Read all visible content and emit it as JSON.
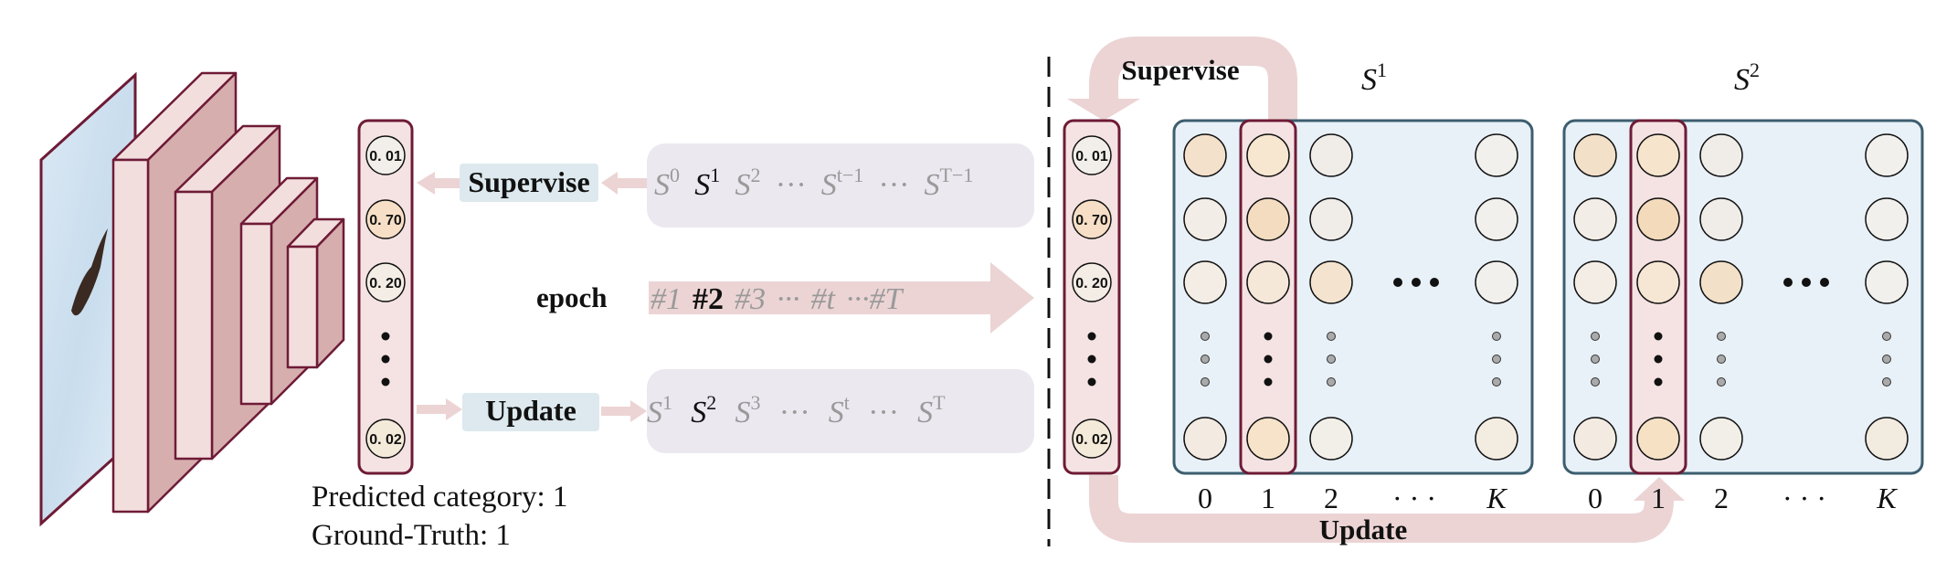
{
  "left": {
    "vector": {
      "values": [
        "0. 01",
        "0. 70",
        "0. 20",
        "0. 02"
      ],
      "fills": [
        "#f2efea",
        "#f6dfc6",
        "#f3ede5",
        "#f4ead9"
      ]
    },
    "supervise_label": "Supervise",
    "update_label": "Update",
    "epoch_label": "epoch",
    "predicted_line": "Predicted category: 1",
    "ground_truth_line": "Ground-Truth: 1",
    "supervise_seq": [
      {
        "base": "S",
        "sup": "0",
        "style": "dim"
      },
      {
        "base": "S",
        "sup": "1",
        "style": "dark"
      },
      {
        "base": "S",
        "sup": "2",
        "style": "dim"
      },
      {
        "base": "···",
        "sup": "",
        "style": "dim"
      },
      {
        "base": "S",
        "sup": "t−1",
        "style": "dim"
      },
      {
        "base": "···",
        "sup": "",
        "style": "dim"
      },
      {
        "base": "S",
        "sup": "T−1",
        "style": "dim"
      }
    ],
    "epoch_seq": [
      {
        "text": "#1",
        "style": "dim"
      },
      {
        "text": "#2",
        "style": "bold"
      },
      {
        "text": "#3",
        "style": "dim"
      },
      {
        "text": "···",
        "style": "dim"
      },
      {
        "text": "#t",
        "style": "dim"
      },
      {
        "text": "···#T",
        "style": "dim"
      }
    ],
    "update_seq": [
      {
        "base": "S",
        "sup": "1",
        "style": "dim"
      },
      {
        "base": "S",
        "sup": "2",
        "style": "dark"
      },
      {
        "base": "S",
        "sup": "3",
        "style": "dim"
      },
      {
        "base": "···",
        "sup": "",
        "style": "dim"
      },
      {
        "base": "S",
        "sup": "t",
        "style": "dim"
      },
      {
        "base": "···",
        "sup": "",
        "style": "dim"
      },
      {
        "base": "S",
        "sup": "T",
        "style": "dim"
      }
    ]
  },
  "right": {
    "supervise_label": "Supervise",
    "update_label": "Update",
    "vector": {
      "values": [
        "0. 01",
        "0. 70",
        "0. 20",
        "0. 02"
      ],
      "fills": [
        "#f2efea",
        "#f6dfc6",
        "#f3ede5",
        "#f4ead9"
      ]
    },
    "matrices": [
      {
        "title_base": "S",
        "title_sup": "1",
        "col_labels": [
          "0",
          "1",
          "2",
          "· · ·",
          "K"
        ],
        "fills": [
          [
            "#f4e1cb",
            "#f7e6d0",
            "#f0ede8",
            "#f2f0ec"
          ],
          [
            "#f2ede6",
            "#f4dcc0",
            "#f0ede8",
            "#f2f0ec"
          ],
          [
            "#f3ede6",
            "#f6e8d8",
            "#f4e4cf",
            "#f2f0ec"
          ],
          [
            "#f3ebe2",
            "#f6e3c9",
            "#f2efe9",
            "#f3ece1"
          ]
        ]
      },
      {
        "title_base": "S",
        "title_sup": "2",
        "col_labels": [
          "0",
          "1",
          "2",
          "· · ·",
          "K"
        ],
        "fills": [
          [
            "#f3e0c9",
            "#f7e4cd",
            "#f0ede8",
            "#f2f0ec"
          ],
          [
            "#f2ede6",
            "#f3dabb",
            "#f0ede8",
            "#f2f0ec"
          ],
          [
            "#f3ede6",
            "#f6e6d4",
            "#f3e0c9",
            "#f2f0ec"
          ],
          [
            "#f3ebe2",
            "#f6e1c5",
            "#f2efe9",
            "#f2ebe0"
          ]
        ]
      }
    ]
  },
  "colors": {
    "maroon": "#6e1b36",
    "pink_arrow": "#ecd4d4",
    "block_front": "#f3dede",
    "block_side": "#d6aeae",
    "label_bg": "#dde9ee",
    "seq_bg": "#ebe8ef",
    "matrix_bg": "#e8f1f8",
    "matrix_border": "#3d5e6f",
    "sky": "#c9ddee"
  }
}
